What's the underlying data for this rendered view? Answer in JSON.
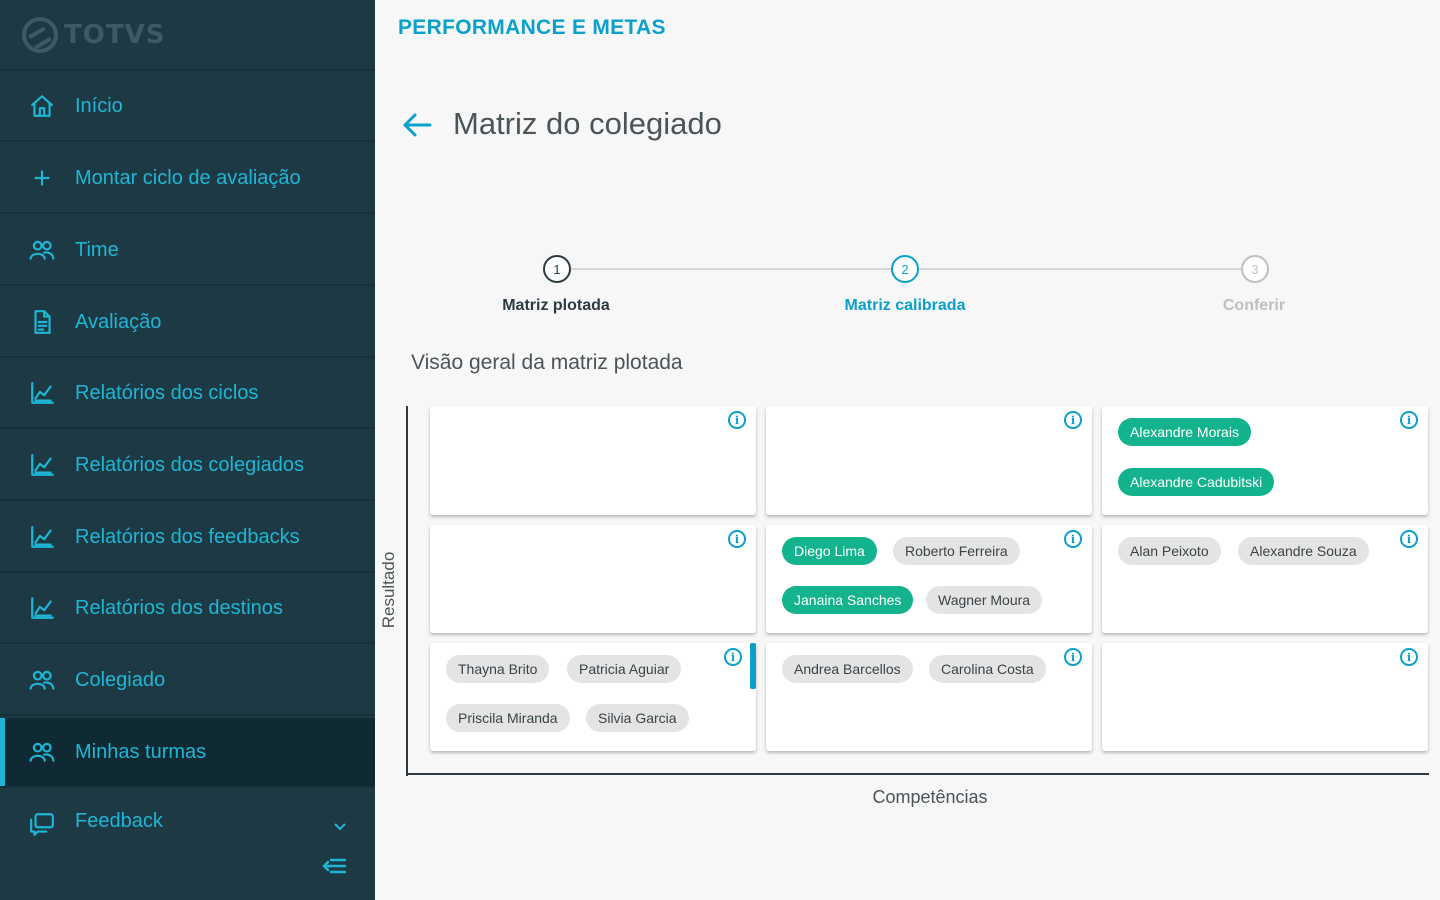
{
  "brand": {
    "logo_text": "TOTVS"
  },
  "sidebar": {
    "items": [
      {
        "label": "Início",
        "icon": "home-icon"
      },
      {
        "label": "Montar ciclo de avaliação",
        "icon": "plus-icon"
      },
      {
        "label": "Time",
        "icon": "people-icon"
      },
      {
        "label": "Avaliação",
        "icon": "document-icon"
      },
      {
        "label": "Relatórios dos ciclos",
        "icon": "chart-icon"
      },
      {
        "label": "Relatórios dos colegiados",
        "icon": "chart-icon"
      },
      {
        "label": "Relatórios dos feedbacks",
        "icon": "chart-icon"
      },
      {
        "label": "Relatórios dos destinos",
        "icon": "chart-icon"
      },
      {
        "label": "Colegiado",
        "icon": "people-icon"
      },
      {
        "label": "Minhas turmas",
        "icon": "people-icon",
        "active": true
      },
      {
        "label": "Feedback",
        "icon": "chat-icon",
        "expandable": true
      }
    ]
  },
  "header": {
    "app_title": "PERFORMANCE E METAS"
  },
  "page": {
    "title": "Matriz do colegiado"
  },
  "stepper": {
    "steps": [
      {
        "number": "1",
        "label": "Matriz plotada",
        "state": "done"
      },
      {
        "number": "2",
        "label": "Matriz calibrada",
        "state": "current"
      },
      {
        "number": "3",
        "label": "Conferir",
        "state": "pending"
      }
    ]
  },
  "matrix": {
    "section_title": "Visão geral da matriz plotada",
    "y_label": "Resultado",
    "x_label": "Competências",
    "info_glyph": "i",
    "cells": [
      {
        "chips": []
      },
      {
        "chips": []
      },
      {
        "chips": [
          {
            "name": "Alexandre Morais",
            "style": "green"
          },
          {
            "name": "Alexandre Cadubitski",
            "style": "green"
          }
        ]
      },
      {
        "chips": []
      },
      {
        "chips": [
          {
            "name": "Diego Lima",
            "style": "green"
          },
          {
            "name": "Roberto Ferreira",
            "style": "gray"
          },
          {
            "name": "Janaina Sanches",
            "style": "green"
          },
          {
            "name": "Wagner Moura",
            "style": "gray"
          }
        ]
      },
      {
        "chips": [
          {
            "name": "Alan Peixoto",
            "style": "gray"
          },
          {
            "name": "Alexandre Souza",
            "style": "gray"
          }
        ]
      },
      {
        "chips": [
          {
            "name": "Thayna Brito",
            "style": "gray"
          },
          {
            "name": "Patricia Aguiar",
            "style": "gray"
          },
          {
            "name": "Priscila Miranda",
            "style": "gray"
          },
          {
            "name": "Silvia Garcia",
            "style": "gray"
          }
        ]
      },
      {
        "chips": [
          {
            "name": "Andrea Barcellos",
            "style": "gray"
          },
          {
            "name": "Carolina Costa",
            "style": "gray"
          }
        ]
      },
      {
        "chips": []
      }
    ]
  },
  "colors": {
    "accent": "#0ba0c9",
    "sidebar_bg": "#1d3a44",
    "chip_green": "#13b38e",
    "chip_gray": "#e4e4e4"
  }
}
